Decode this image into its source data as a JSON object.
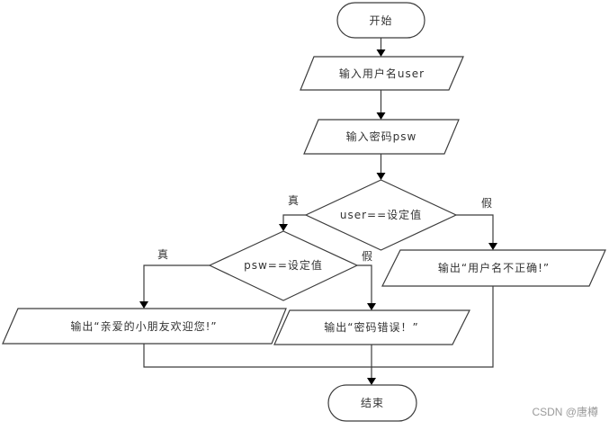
{
  "diagram": {
    "type": "flowchart",
    "nodes": {
      "start": {
        "kind": "terminator",
        "text": "开始"
      },
      "input_user": {
        "kind": "io",
        "text": "输入用户名user"
      },
      "input_psw": {
        "kind": "io",
        "text": "输入密码psw"
      },
      "check_user": {
        "kind": "decision",
        "text": "user==设定值"
      },
      "check_psw": {
        "kind": "decision",
        "text": "psw==设定值"
      },
      "out_user_wrong": {
        "kind": "io",
        "text": "输出“用户名不正确!”"
      },
      "out_welcome": {
        "kind": "io",
        "text": "输出“亲爱的小朋友欢迎您!”"
      },
      "out_psw_wrong": {
        "kind": "io",
        "text": "输出“密码错误！”"
      },
      "end": {
        "kind": "terminator",
        "text": "结束"
      }
    },
    "edges": [
      {
        "from": "start",
        "to": "input_user",
        "label": ""
      },
      {
        "from": "input_user",
        "to": "input_psw",
        "label": ""
      },
      {
        "from": "input_psw",
        "to": "check_user",
        "label": ""
      },
      {
        "from": "check_user",
        "to": "check_psw",
        "label": "真"
      },
      {
        "from": "check_user",
        "to": "out_user_wrong",
        "label": "假"
      },
      {
        "from": "check_psw",
        "to": "out_welcome",
        "label": "真"
      },
      {
        "from": "check_psw",
        "to": "out_psw_wrong",
        "label": "假"
      },
      {
        "from": "out_welcome",
        "to": "end",
        "label": ""
      },
      {
        "from": "out_psw_wrong",
        "to": "end",
        "label": ""
      },
      {
        "from": "out_user_wrong",
        "to": "end",
        "label": ""
      }
    ],
    "labels": {
      "user_true": "真",
      "user_false": "假",
      "psw_true": "真",
      "psw_false": "假"
    }
  },
  "watermark": "CSDN @唐樽"
}
